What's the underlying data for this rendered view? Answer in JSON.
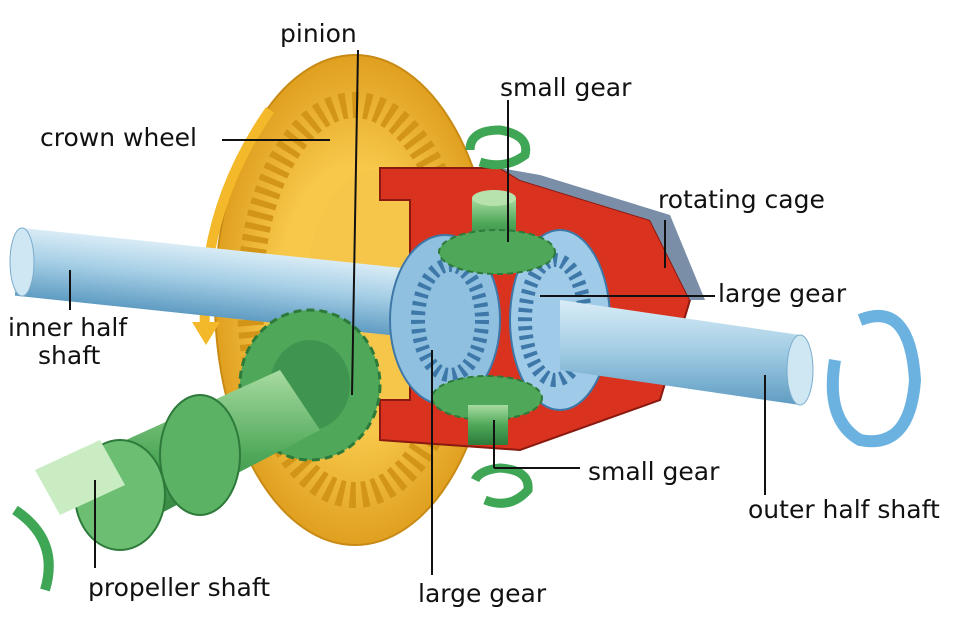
{
  "labels": {
    "pinion": "pinion",
    "crown_wheel": "crown wheel",
    "small_gear_top": "small gear",
    "rotating_cage": "rotating cage",
    "large_gear_right": "large gear",
    "inner_half_shaft_line1": "inner half",
    "inner_half_shaft_line2": "shaft",
    "small_gear_bottom": "small gear",
    "outer_half_shaft": "outer  half shaft",
    "propeller_shaft": "propeller shaft",
    "large_gear_bottom": "large gear"
  },
  "colors": {
    "crown_wheel": "#f2b736",
    "shaft": "#9fcbe3",
    "cage": "#d9321f",
    "pinion": "#4fa85a",
    "bevel": "#7fb7dd",
    "arrow": "#5aa6d6"
  }
}
